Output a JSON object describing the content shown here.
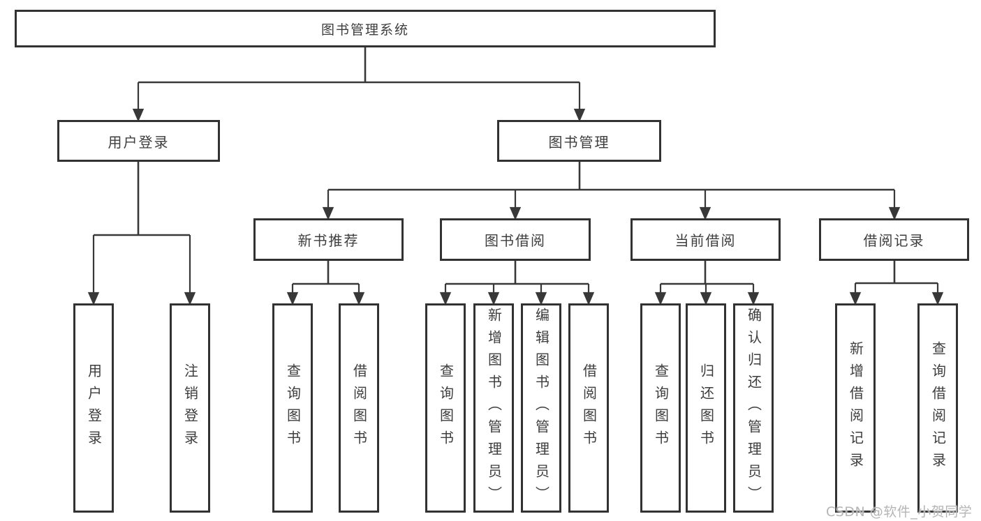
{
  "diagram": {
    "tree": {
      "label": "图书管理系统",
      "children": [
        {
          "label": "用户登录",
          "children": [
            {
              "label": "用户登录"
            },
            {
              "label": "注销登录"
            }
          ]
        },
        {
          "label": "图书管理",
          "children": [
            {
              "label": "新书推荐",
              "children": [
                {
                  "label": "查询图书"
                },
                {
                  "label": "借阅图书"
                }
              ]
            },
            {
              "label": "图书借阅",
              "children": [
                {
                  "label": "查询图书"
                },
                {
                  "label": "新增图书（管理员）"
                },
                {
                  "label": "编辑图书（管理员）"
                },
                {
                  "label": "借阅图书"
                }
              ]
            },
            {
              "label": "当前借阅",
              "children": [
                {
                  "label": "查询图书"
                },
                {
                  "label": "归还图书"
                },
                {
                  "label": "确认归还（管理员）"
                }
              ]
            },
            {
              "label": "借阅记录",
              "children": [
                {
                  "label": "新增借阅记录"
                },
                {
                  "label": "查询借阅记录"
                }
              ]
            }
          ]
        }
      ]
    }
  },
  "watermark": {
    "text": "CSDN @软件_小贺同学"
  },
  "colors": {
    "line": "#383838",
    "box_border": "#323232",
    "text": "#3d3d3d",
    "background": "#ffffff",
    "watermark": "#b5b5b5"
  }
}
